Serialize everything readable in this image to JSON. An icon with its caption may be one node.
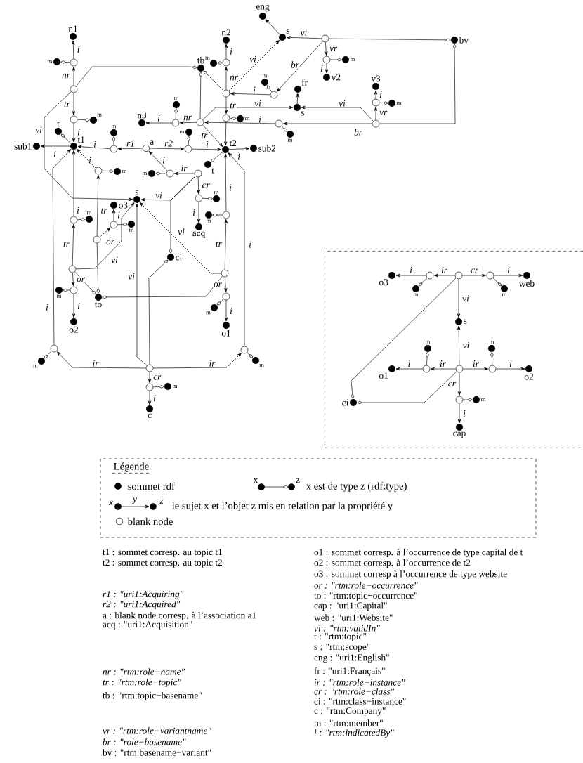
{
  "diagram": {
    "nodes": [
      {
        "text": [
          "n1"
        ]
      },
      {
        "text": [],
        "shape": "circle"
      },
      {
        "text": [
          "m"
        ]
      },
      {
        "text": [],
        "shape": "circle"
      },
      {
        "text": [],
        "shape": "circle"
      },
      {
        "text": [
          "m"
        ]
      },
      {
        "text": [
          "t1"
        ]
      },
      {
        "text": [
          "sub1"
        ]
      },
      {
        "text": [
          "t"
        ]
      },
      {
        "text": [],
        "shape": "circle"
      },
      {
        "text": [
          "m"
        ]
      },
      {
        "text": [
          "a"
        ]
      },
      {
        "text": [],
        "shape": "circle"
      },
      {
        "text": [
          "m"
        ]
      },
      {
        "text": [
          "t2"
        ]
      },
      {
        "text": [
          "sub2"
        ]
      },
      {
        "text": [
          "t"
        ]
      },
      {
        "text": [
          "tb"
        ]
      },
      {
        "text": [],
        "shape": "circle"
      },
      {
        "text": [],
        "shape": "circle"
      },
      {
        "text": [
          "m"
        ]
      },
      {
        "text": [
          "n3"
        ]
      },
      {
        "text": [],
        "shape": "circle"
      },
      {
        "text": [],
        "shape": "circle"
      },
      {
        "text": [
          "m"
        ]
      },
      {
        "text": [
          "n2"
        ]
      },
      {
        "text": [],
        "shape": "circle"
      },
      {
        "text": [
          "m"
        ]
      },
      {
        "text": [
          "s"
        ]
      },
      {
        "text": [
          "eng"
        ]
      },
      {
        "text": [],
        "shape": "circle"
      },
      {
        "text": [
          "bv"
        ]
      },
      {
        "text": [],
        "shape": "circle"
      },
      {
        "text": [
          "m"
        ]
      },
      {
        "text": [
          "v2"
        ]
      },
      {
        "text": [],
        "shape": "circle"
      },
      {
        "text": [
          "m"
        ]
      },
      {
        "text": [
          "s"
        ]
      },
      {
        "text": [
          "fr"
        ]
      },
      {
        "text": [],
        "shape": "circle"
      },
      {
        "text": [
          "m"
        ]
      },
      {
        "text": [],
        "shape": "circle"
      },
      {
        "text": [],
        "shape": "circle"
      },
      {
        "text": [
          "m"
        ]
      },
      {
        "text": [
          "v3"
        ]
      },
      {
        "text": [],
        "shape": "circle"
      },
      {
        "text": [
          "m"
        ]
      },
      {
        "text": [],
        "shape": "circle"
      },
      {
        "text": [],
        "shape": "circle"
      },
      {
        "text": [
          "m"
        ]
      },
      {
        "text": [],
        "shape": "circle"
      },
      {
        "text": [
          "m"
        ]
      },
      {
        "text": [
          "acq"
        ]
      },
      {
        "text": [
          "s"
        ]
      },
      {
        "text": [
          "o3"
        ]
      },
      {
        "text": [],
        "shape": "circle"
      },
      {
        "text": [
          "m"
        ]
      },
      {
        "text": [],
        "shape": "circle"
      },
      {
        "text": [
          "ci"
        ]
      },
      {
        "text": [],
        "shape": "circle"
      },
      {
        "text": [
          "m"
        ]
      },
      {
        "text": [],
        "shape": "circle"
      },
      {
        "text": [],
        "shape": "circle"
      },
      {
        "text": [
          "m"
        ]
      },
      {
        "text": [
          "o2"
        ]
      },
      {
        "text": [
          "to"
        ]
      },
      {
        "text": [],
        "shape": "circle"
      },
      {
        "text": [
          "m"
        ]
      },
      {
        "text": [],
        "shape": "circle"
      },
      {
        "text": [],
        "shape": "circle"
      },
      {
        "text": [
          "m"
        ]
      },
      {
        "text": [
          "o1"
        ]
      },
      {
        "text": [],
        "shape": "circle"
      },
      {
        "text": [
          "m"
        ]
      },
      {
        "text": [],
        "shape": "circle"
      },
      {
        "text": [
          "m"
        ]
      },
      {
        "text": [],
        "shape": "circle"
      },
      {
        "text": [],
        "shape": "circle"
      },
      {
        "text": [
          "m"
        ]
      },
      {
        "text": [
          "c"
        ]
      },
      {
        "text": [],
        "shape": "box"
      },
      {
        "text": [
          "o3"
        ],
        "in": 80
      },
      {
        "text": [],
        "shape": "circle",
        "in": 80
      },
      {
        "text": [
          "m"
        ],
        "in": 80
      },
      {
        "text": [],
        "shape": "circle",
        "in": 80
      },
      {
        "text": [],
        "shape": "circle",
        "in": 80
      },
      {
        "text": [
          "m"
        ],
        "in": 80
      },
      {
        "text": [
          "web"
        ],
        "in": 80
      },
      {
        "text": [
          "s"
        ],
        "in": 80
      },
      {
        "text": [
          "m"
        ],
        "in": 80
      },
      {
        "text": [
          "o1"
        ],
        "in": 80
      },
      {
        "text": [],
        "shape": "circle",
        "in": 80
      },
      {
        "text": [],
        "shape": "circle",
        "in": 80
      },
      {
        "text": [],
        "shape": "circle",
        "in": 80
      },
      {
        "text": [
          "m"
        ],
        "in": 80
      },
      {
        "text": [
          "o2"
        ],
        "in": 80
      },
      {
        "text": [
          "ci"
        ],
        "in": 80
      },
      {
        "text": [],
        "shape": "circle",
        "in": 80
      },
      {
        "text": [
          "m"
        ],
        "in": 80
      },
      {
        "text": [
          "cap"
        ],
        "in": 80
      }
    ],
    "edges": [
      {
        "from": 1,
        "to": 0,
        "arrow": "to",
        "label": "i"
      },
      {
        "from": 1,
        "to": 2,
        "arrow": "other"
      },
      {
        "from": 3,
        "to": 1,
        "arrow": "to",
        "label": "nr"
      },
      {
        "from": 3,
        "to": 17,
        "arrow": "other"
      },
      {
        "from": 3,
        "to": 53,
        "arrow": "to",
        "label": "vi"
      },
      {
        "from": 3,
        "to": 4,
        "arrow": "to",
        "label": "tr"
      },
      {
        "from": 4,
        "to": 5,
        "arrow": "other"
      },
      {
        "from": 4,
        "to": 6,
        "arrow": "to",
        "label": "i"
      },
      {
        "from": 6,
        "to": 7,
        "arrow": "to",
        "label": "i"
      },
      {
        "from": 6,
        "to": 8,
        "arrow": "other"
      },
      {
        "from": 9,
        "to": 6,
        "arrow": "to",
        "label": "i"
      },
      {
        "from": 9,
        "to": 10,
        "arrow": "other"
      },
      {
        "from": 11,
        "to": 9,
        "arrow": "to",
        "label": "r1"
      },
      {
        "from": 11,
        "to": 12,
        "arrow": "to",
        "label": "r2"
      },
      {
        "from": 12,
        "to": 13,
        "arrow": "other"
      },
      {
        "from": 12,
        "to": 14,
        "arrow": "to",
        "label": "i"
      },
      {
        "from": 14,
        "to": 15,
        "arrow": "to",
        "label": "i"
      },
      {
        "from": 14,
        "to": 16,
        "arrow": "other"
      },
      {
        "from": 18,
        "to": 14,
        "arrow": "to",
        "label": "tr"
      },
      {
        "from": 18,
        "to": 19,
        "arrow": "to",
        "label": "nr"
      },
      {
        "from": 19,
        "to": 20,
        "arrow": "other"
      },
      {
        "from": 19,
        "to": 21,
        "arrow": "to",
        "label": "i"
      },
      {
        "from": 18,
        "to": 17,
        "arrow": "other"
      },
      {
        "from": 18,
        "to": 37,
        "arrow": "to",
        "label": "vi"
      },
      {
        "from": 39,
        "to": 18,
        "arrow": "to",
        "label": "i"
      },
      {
        "from": 39,
        "to": 40,
        "arrow": "other"
      },
      {
        "from": 41,
        "to": 39,
        "arrow": "to",
        "label": "br"
      },
      {
        "from": 41,
        "to": 42,
        "arrow": "to",
        "label": "vr"
      },
      {
        "from": 42,
        "to": 43,
        "arrow": "other"
      },
      {
        "from": 42,
        "to": 44,
        "arrow": "to",
        "label": "i"
      },
      {
        "from": 41,
        "to": 37,
        "arrow": "to",
        "label": "vi"
      },
      {
        "from": 41,
        "to": 31,
        "arrow": "other"
      },
      {
        "from": 22,
        "to": 23,
        "arrow": "to",
        "label": "nr"
      },
      {
        "from": 23,
        "to": 24,
        "arrow": "other"
      },
      {
        "from": 23,
        "to": 25,
        "arrow": "to",
        "label": "i"
      },
      {
        "from": 22,
        "to": 17,
        "arrow": "other"
      },
      {
        "from": 22,
        "to": 26,
        "arrow": "to",
        "label": "tr"
      },
      {
        "from": 26,
        "to": 27,
        "arrow": "other"
      },
      {
        "from": 26,
        "to": 14,
        "arrow": "to"
      },
      {
        "from": 22,
        "to": 28,
        "arrow": "to",
        "label": "vi"
      },
      {
        "from": 35,
        "to": 22,
        "arrow": "to",
        "label": "i"
      },
      {
        "from": 35,
        "to": 36,
        "arrow": "other"
      },
      {
        "from": 30,
        "to": 35,
        "arrow": "to",
        "label": "br"
      },
      {
        "from": 30,
        "to": 28,
        "arrow": "to",
        "label": "vi"
      },
      {
        "from": 30,
        "to": 31,
        "arrow": "other"
      },
      {
        "from": 30,
        "to": 32,
        "arrow": "to",
        "label": "vr"
      },
      {
        "from": 32,
        "to": 33,
        "arrow": "other"
      },
      {
        "from": 32,
        "to": 34,
        "arrow": "to",
        "label": "i"
      },
      {
        "from": 28,
        "to": 29,
        "arrow": "to"
      },
      {
        "from": 37,
        "to": 38,
        "arrow": "to"
      },
      {
        "from": 45,
        "to": 6,
        "arrow": "to",
        "label": "i"
      },
      {
        "from": 45,
        "to": 46,
        "arrow": "other"
      },
      {
        "from": 57,
        "to": 45,
        "arrow": "to",
        "label": "tr"
      },
      {
        "from": 57,
        "to": 55,
        "arrow": "to",
        "label": "or"
      },
      {
        "from": 57,
        "to": 65,
        "arrow": "other"
      },
      {
        "from": 55,
        "to": 54,
        "arrow": "to",
        "label": "i"
      },
      {
        "from": 55,
        "to": 56,
        "arrow": "other"
      },
      {
        "from": 61,
        "to": 59,
        "arrow": "to",
        "label": "tr"
      },
      {
        "from": 59,
        "to": 60,
        "arrow": "other"
      },
      {
        "from": 59,
        "to": 6,
        "arrow": "to",
        "label": "i"
      },
      {
        "from": 61,
        "to": 62,
        "arrow": "to",
        "label": "or"
      },
      {
        "from": 62,
        "to": 63,
        "arrow": "other"
      },
      {
        "from": 62,
        "to": 64,
        "arrow": "to",
        "label": "i"
      },
      {
        "from": 61,
        "to": 65,
        "arrow": "other"
      },
      {
        "from": 61,
        "to": 53,
        "arrow": "to",
        "label": "vi"
      },
      {
        "from": 47,
        "to": 48,
        "arrow": "to",
        "label": "ir"
      },
      {
        "from": 48,
        "to": 49,
        "arrow": "other"
      },
      {
        "from": 48,
        "to": 11,
        "arrow": "to",
        "label": "i"
      },
      {
        "from": 47,
        "to": 50,
        "arrow": "to",
        "label": "cr"
      },
      {
        "from": 50,
        "to": 51,
        "arrow": "other"
      },
      {
        "from": 50,
        "to": 52,
        "arrow": "to",
        "label": "i"
      },
      {
        "from": 47,
        "to": 53,
        "arrow": "to",
        "label": "vi"
      },
      {
        "from": 47,
        "to": 58,
        "arrow": "other"
      },
      {
        "from": 68,
        "to": 66,
        "arrow": "to",
        "label": "tr"
      },
      {
        "from": 66,
        "to": 67,
        "arrow": "other"
      },
      {
        "from": 66,
        "to": 14,
        "arrow": "to",
        "label": "i"
      },
      {
        "from": 68,
        "to": 69,
        "arrow": "to",
        "label": "or"
      },
      {
        "from": 69,
        "to": 70,
        "arrow": "other"
      },
      {
        "from": 69,
        "to": 71,
        "arrow": "to",
        "label": "i"
      },
      {
        "from": 68,
        "to": 65,
        "arrow": "other"
      },
      {
        "from": 68,
        "to": 53,
        "arrow": "to",
        "label": "vi"
      },
      {
        "from": 76,
        "to": 58,
        "arrow": "other"
      },
      {
        "from": 76,
        "to": 53,
        "arrow": "to",
        "label": "vi"
      },
      {
        "from": 76,
        "to": 77,
        "arrow": "to",
        "label": "cr"
      },
      {
        "from": 77,
        "to": 78,
        "arrow": "other"
      },
      {
        "from": 77,
        "to": 79,
        "arrow": "to",
        "label": "i"
      },
      {
        "from": 76,
        "to": 72,
        "arrow": "to",
        "label": "ir"
      },
      {
        "from": 76,
        "to": 74,
        "arrow": "to",
        "label": "ir"
      },
      {
        "from": 72,
        "to": 73,
        "arrow": "other"
      },
      {
        "from": 74,
        "to": 75,
        "arrow": "other"
      },
      {
        "from": 72,
        "to": 6,
        "arrow": "to",
        "label": "i"
      },
      {
        "from": 74,
        "to": 14,
        "arrow": "to",
        "label": "i"
      },
      {
        "from": 84,
        "to": 82,
        "arrow": "to",
        "label": "ir"
      },
      {
        "from": 82,
        "to": 81,
        "arrow": "to",
        "label": "i"
      },
      {
        "from": 82,
        "to": 83,
        "arrow": "other"
      },
      {
        "from": 84,
        "to": 85,
        "arrow": "to",
        "label": "cr"
      },
      {
        "from": 85,
        "to": 87,
        "arrow": "to",
        "label": "i"
      },
      {
        "from": 85,
        "to": 86,
        "arrow": "other"
      },
      {
        "from": 84,
        "to": 88,
        "arrow": "to",
        "label": "vi"
      },
      {
        "from": 84,
        "to": 96,
        "arrow": "other"
      },
      {
        "from": 92,
        "to": 88,
        "arrow": "to",
        "label": "vi"
      },
      {
        "from": 92,
        "to": 91,
        "arrow": "to",
        "label": "ir"
      },
      {
        "from": 91,
        "to": 90,
        "arrow": "to",
        "label": "i"
      },
      {
        "from": 91,
        "to": 89,
        "arrow": "other"
      },
      {
        "from": 92,
        "to": 93,
        "arrow": "to",
        "label": "ir"
      },
      {
        "from": 93,
        "to": 95,
        "arrow": "to",
        "label": "i"
      },
      {
        "from": 93,
        "to": 94,
        "arrow": "other"
      },
      {
        "from": 92,
        "to": 97,
        "arrow": "to",
        "label": "cr"
      },
      {
        "from": 97,
        "to": 99,
        "arrow": "to",
        "label": "i"
      },
      {
        "from": 97,
        "to": 98,
        "arrow": "other"
      },
      {
        "from": 92,
        "to": 96,
        "arrow": "other"
      }
    ],
    "labels": [
      "Légende",
      "x",
      "z",
      "x",
      "y",
      "z",
      "t1 : sommet corresp. au topic t1",
      "t2 : sommet corresp. au topic t2",
      "r1 : \"uri1:Acquiring\"",
      "r2 : \"uri1:Acquired\"",
      "a : blank node corresp. à l’association a1",
      "acq : \"uri1:Acquisition\"",
      "nr : \"rtm:role−name\"",
      "tr : \"rtm:role−topic\"",
      "tb : \"rtm:topic−basename\"",
      "vr : \"rtm:role−variantname\"",
      "br : \"role−basename\"",
      "bv : \"rtm:basename−variant\"",
      "o1 : sommet corresp. à l’occurrence de type capital de t",
      "o2 : sommet corresp. à l’occurrence de t2",
      "o3 : sommet corresp à l’occurrence de type website",
      "or : \"rtm:role−occurrence\"",
      "to : \"rtm:topic−occurrence\"",
      "cap : \"uri1:Capital\"",
      "web : \"uri1:Website\"",
      "vi : \"rtm:validIn\"",
      "t : \"rtm:topic\"",
      "s : \"rtm:scope\"",
      "eng : \"uri1:English\"",
      "fr : \"uri1:Français\"",
      "ir : \"rtm:role−instance\"",
      "cr : \"rtm:role−class\"",
      "ci : \"rtm:class−instance\"",
      "c : \"rtm:Company\"",
      "m : \"rtm:member\"",
      "i : \"rtm:indicatedBy\""
    ],
    "legend": [
      {
        "text": "sommet rdf"
      },
      {
        "text": "x est de type z (rdf:type)"
      },
      {
        "text": "le sujet x et l’objet z mis en relation par la propriété y"
      },
      {
        "text": "blank node"
      }
    ]
  }
}
